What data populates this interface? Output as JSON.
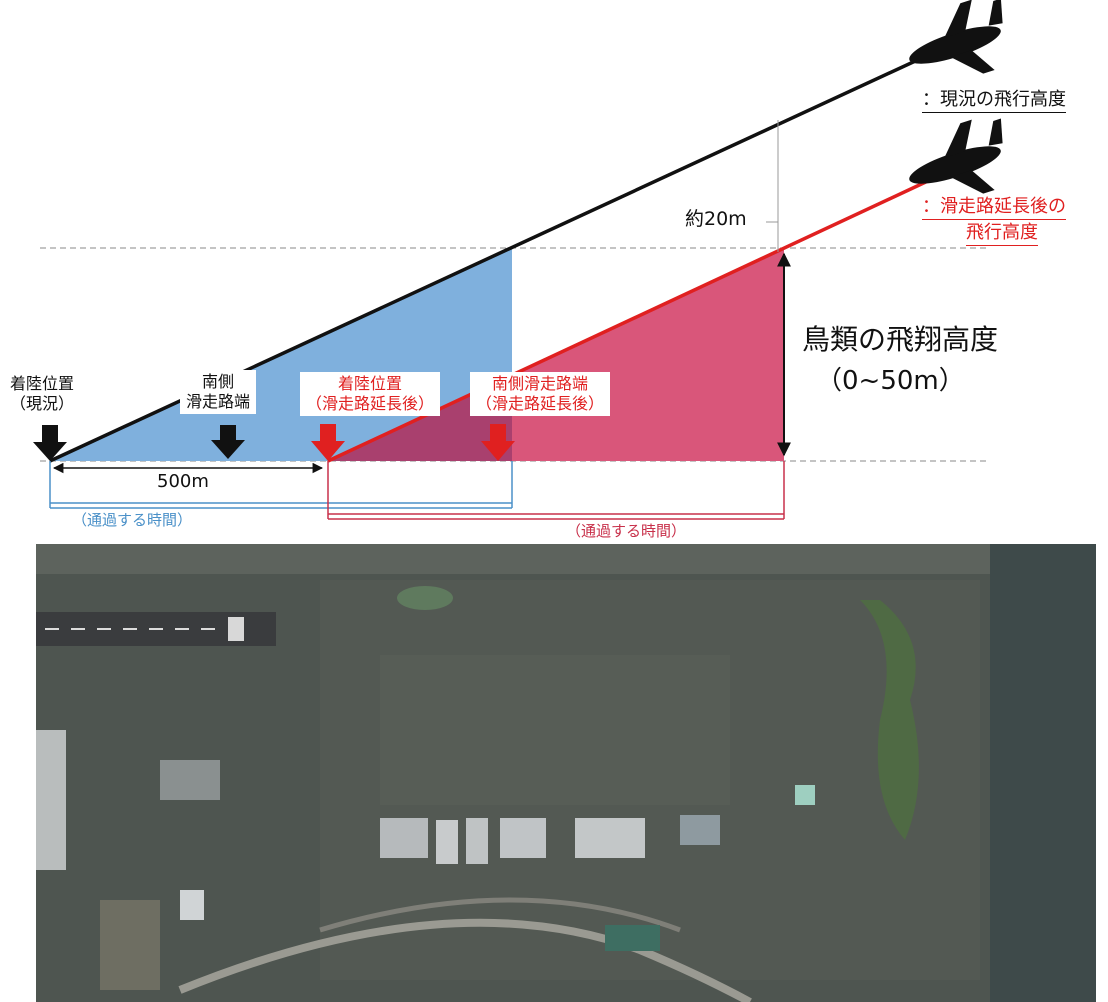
{
  "legend": {
    "current_altitude": "：現況の飛行高度",
    "extended_altitude_line1": "：滑走路延長後の",
    "extended_altitude_line2": "飛行高度"
  },
  "labels": {
    "height_diff": "約20m",
    "bird_height_title": "鳥類の飛翔高度",
    "bird_height_range": "（0~50m）",
    "landing_current_line1": "着陸位置",
    "landing_current_line2": "（現況）",
    "south_end_line1": "南側",
    "south_end_line2": "滑走路端",
    "landing_extended_line1": "着陸位置",
    "landing_extended_line2": "（滑走路延長後）",
    "south_end_extended_line1": "南側滑走路端",
    "south_end_extended_line2": "（滑走路延長後）",
    "distance": "500m",
    "pass_time_blue": "（通過する時間）",
    "pass_time_red": "（通過する時間）"
  },
  "colors": {
    "current": "#111111",
    "extended": "#e02020",
    "blue_zone": "#7fb0dd",
    "red_zone": "#d9567a",
    "overlap_zone": "#a9406e",
    "blue_bracket": "#4a90c8",
    "red_bracket": "#c8304a"
  },
  "icons": [
    "airplane-icon",
    "down-arrow-icon"
  ],
  "aerial_photo": "aerial-photo-airport"
}
